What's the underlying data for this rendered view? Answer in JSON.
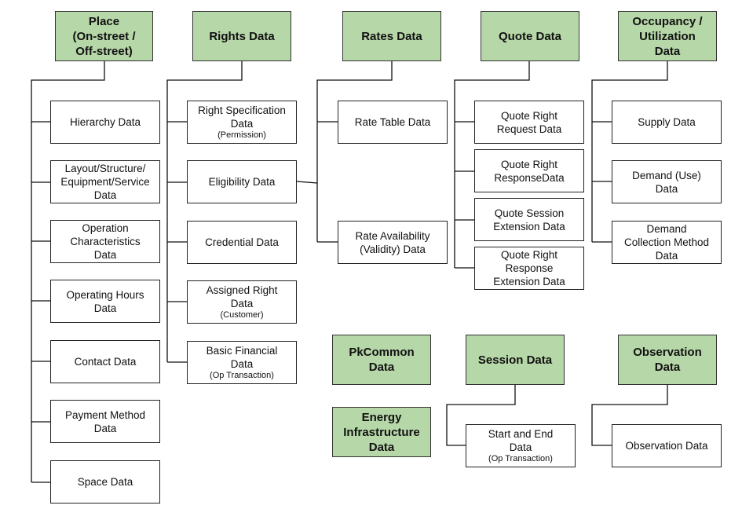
{
  "headers": {
    "place": "Place\n(On-street /\nOff-street)",
    "rights": "Rights Data",
    "rates": "Rates Data",
    "quote": "Quote Data",
    "occupancy": "Occupancy /\nUtilization\nData",
    "pkcommon": "PkCommon\nData",
    "session": "Session Data",
    "observation": "Observation\nData",
    "energy": "Energy\nInfrastructure\nData"
  },
  "place_children": {
    "hierarchy": "Hierarchy Data",
    "layout": "Layout/Structure/\nEquipment/Service\nData",
    "operation": "Operation\nCharacteristics\nData",
    "hours": "Operating Hours\nData",
    "contact": "Contact Data",
    "payment": "Payment Method\nData",
    "space": "Space Data"
  },
  "rights_children": {
    "spec": "Right Specification\nData",
    "spec_sub": "(Permission)",
    "eligibility": "Eligibility Data",
    "credential": "Credential Data",
    "assigned": "Assigned Right\nData",
    "assigned_sub": "(Customer)",
    "financial": "Basic Financial\nData",
    "financial_sub": "(Op Transaction)"
  },
  "rates_children": {
    "table": "Rate Table Data",
    "availability": "Rate Availability\n(Validity) Data"
  },
  "quote_children": {
    "request": "Quote Right\nRequest Data",
    "response": "Quote Right\nResponseData",
    "session_ext": "Quote Session\nExtension Data",
    "response_ext": "Quote Right\nResponse\nExtension Data"
  },
  "occupancy_children": {
    "supply": "Supply Data",
    "demand": "Demand (Use)\nData",
    "collection": "Demand\nCollection Method\nData"
  },
  "session_children": {
    "start_end": "Start and End\nData",
    "start_end_sub": "(Op Transaction)"
  },
  "observation_children": {
    "observation": "Observation Data"
  }
}
